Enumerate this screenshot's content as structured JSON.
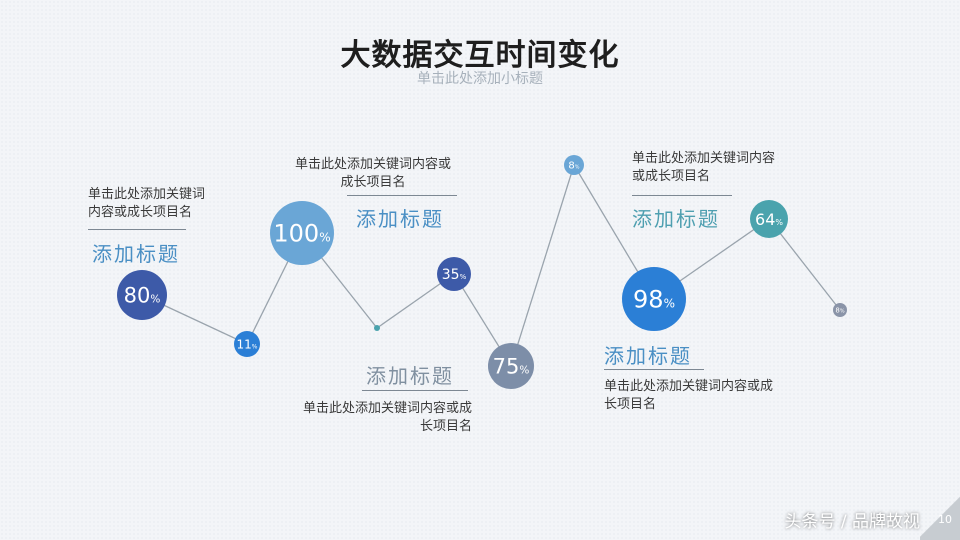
{
  "title": "大数据交互时间变化",
  "subtitle": "单击此处添加小标题",
  "colors": {
    "navy": "#3d5aa8",
    "blue": "#2b7fd6",
    "light_blue": "#6aa6d6",
    "teal_blue": "#4a8fb7",
    "slate": "#7d8ea8",
    "teal": "#4aa3ad",
    "heading_blue": "#4a8fc4",
    "heading_gray": "#8090a0",
    "heading_teal": "#4e9fb0"
  },
  "points": [
    {
      "value": "80",
      "unit": "%",
      "color": "#3d5aa8"
    },
    {
      "value": "11",
      "unit": "%",
      "color": "#2b7fd6"
    },
    {
      "value": "100",
      "unit": "%",
      "color": "#6aa6d6"
    },
    {
      "value": "",
      "unit": "",
      "color": "#4aa3ad"
    },
    {
      "value": "35",
      "unit": "%",
      "color": "#3d5aa8"
    },
    {
      "value": "75",
      "unit": "%",
      "color": "#7d8ea8"
    },
    {
      "value": "8",
      "unit": "%",
      "color": "#6aa6d6"
    },
    {
      "value": "98",
      "unit": "%",
      "color": "#2b7fd6"
    },
    {
      "value": "64",
      "unit": "%",
      "color": "#4aa3ad"
    },
    {
      "value": "8",
      "unit": "%",
      "color": "#8a94a8"
    }
  ],
  "callouts": [
    {
      "desc": "单击此处添加关键词\n内容或成长项目名",
      "heading": "添加标题"
    },
    {
      "desc": "单击此处添加关键词内容或\n成长项目名",
      "heading": "添加标题"
    },
    {
      "desc": "单击此处添加关键词内容或成\n长项目名",
      "heading": "添加标题"
    },
    {
      "desc": "单击此处添加关键词内容\n或成长项目名",
      "heading": "添加标题"
    },
    {
      "desc": "单击此处添加关键词内容或成\n长项目名",
      "heading": "添加标题"
    }
  ],
  "watermark": "头条号 / 品牌故视",
  "page_number": "10"
}
